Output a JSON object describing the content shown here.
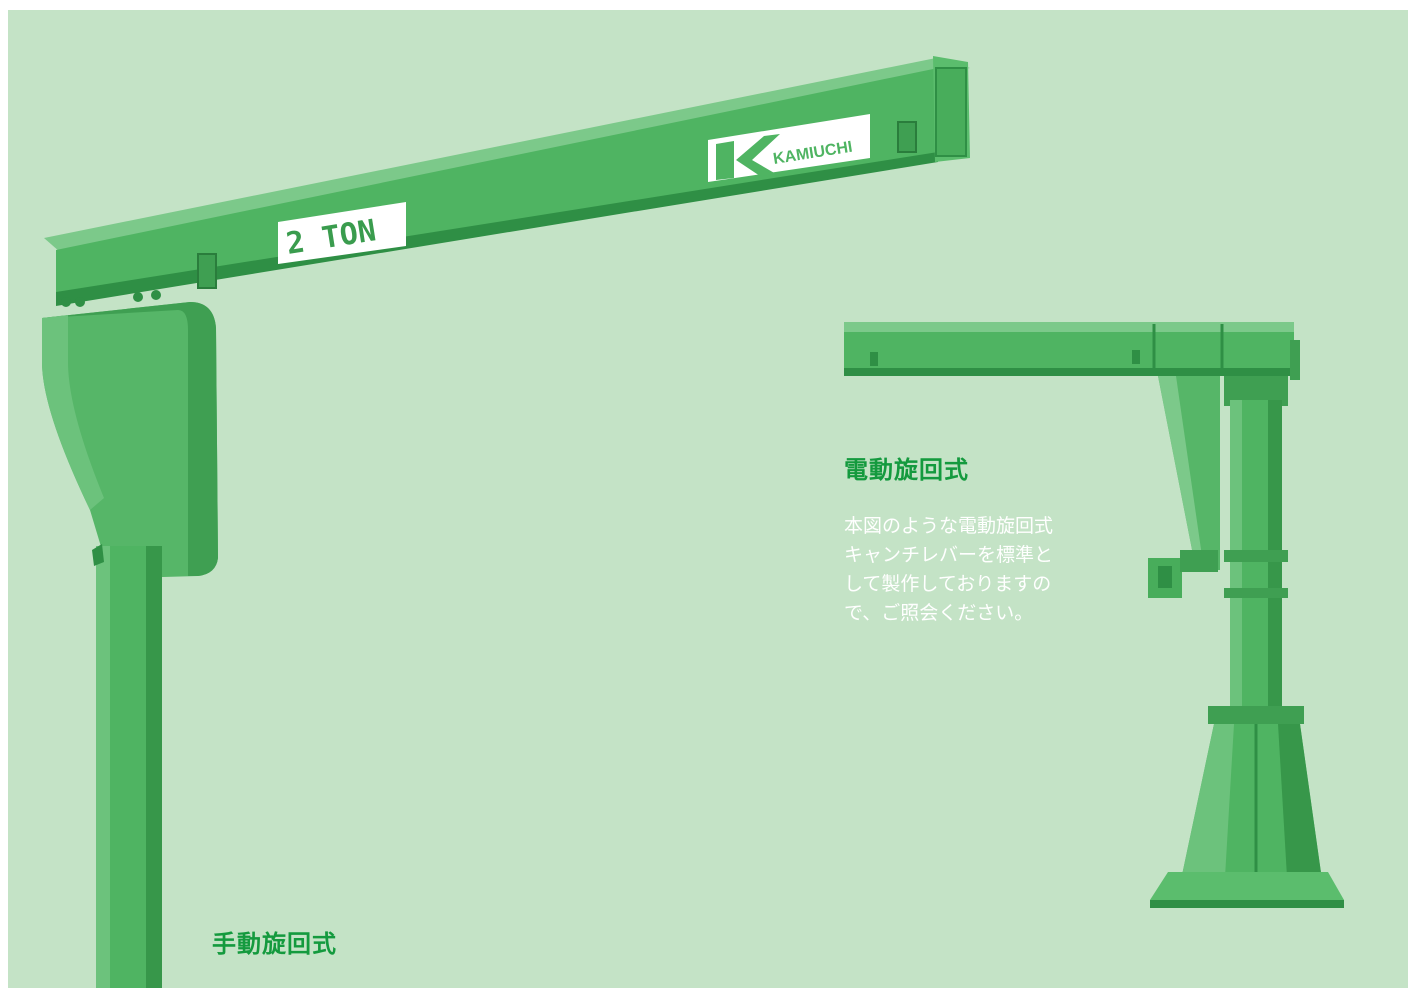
{
  "manual_crane": {
    "caption": "手動旋回式",
    "plate_label": "2 TON",
    "logo_text": "KAMIUCHI"
  },
  "electric_crane": {
    "caption": "電動旋回式",
    "description_lines": [
      "本図のような電動旋回式",
      "キャンチレバーを標準と",
      "して製作しておりますの",
      "で、ご照会ください。"
    ]
  },
  "colors": {
    "background": "#c4e3c6",
    "crane_body": "#4fb462",
    "crane_dark": "#2f8f45",
    "crane_light": "#7cc98a",
    "caption_green": "#149a3e",
    "description_text": "#ffffff"
  }
}
